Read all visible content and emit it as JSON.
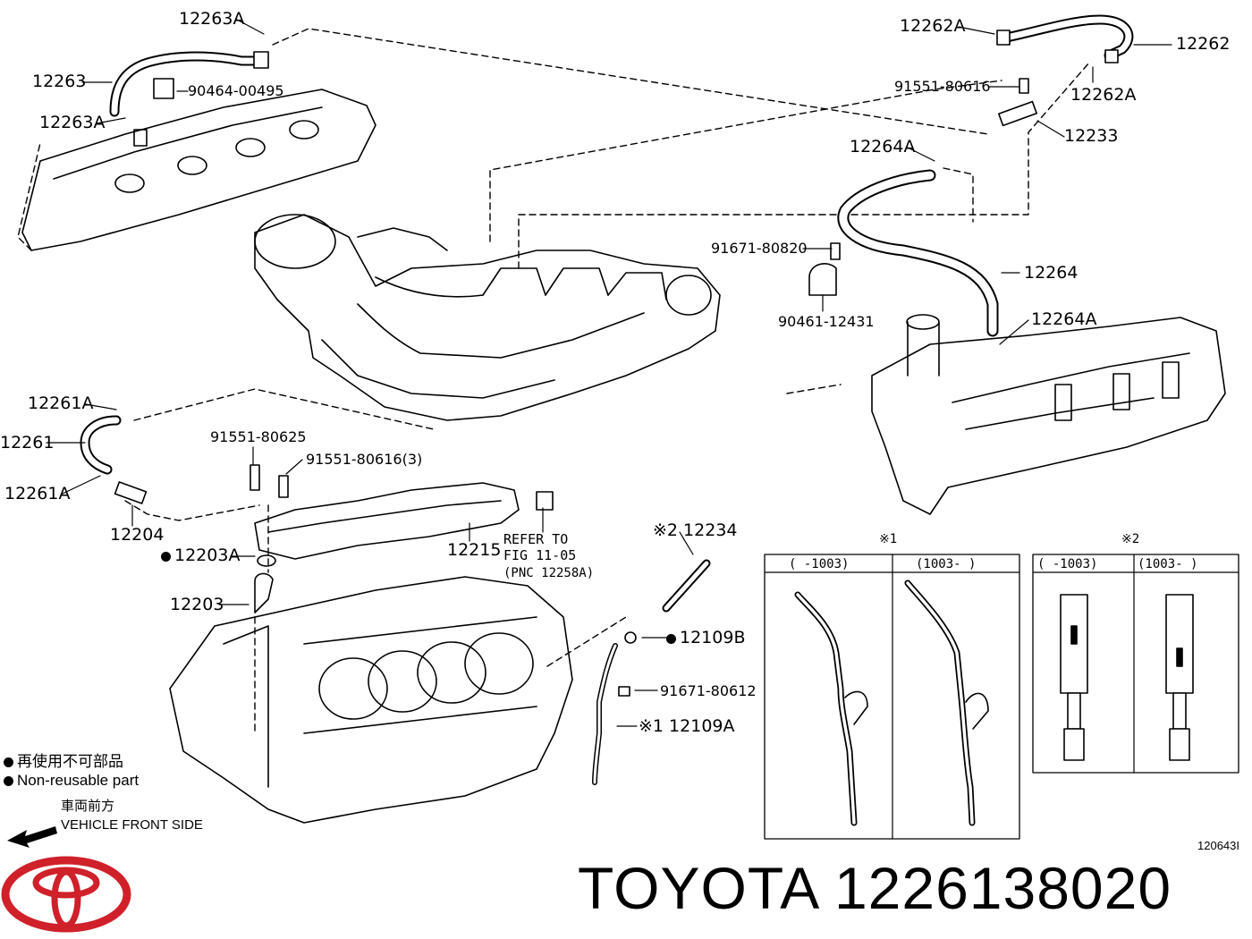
{
  "labels": {
    "p12263A_top": "12263A",
    "p12263": "12263",
    "p90464": "90464-00495",
    "p12263A_bot": "12263A",
    "p12262A_top": "12262A",
    "p12262": "12262",
    "p91551_80616": "91551-80616",
    "p12262A_right": "12262A",
    "p12233": "12233",
    "p12264A_top": "12264A",
    "p91671_80820": "91671-80820",
    "p12264": "12264",
    "p90461": "90461-12431",
    "p12264A_bot": "12264A",
    "p12261A_top": "12261A",
    "p12261": "12261",
    "p12261A_bot": "12261A",
    "p12204": "12204",
    "p91551_80625": "91551-80625",
    "p91551_80616_3": "91551-80616(3)",
    "p12215": "12215",
    "refer1": "REFER TO",
    "refer2": "FIG 11-05",
    "refer3": "(PNC 12258A)",
    "p12203A": "12203A",
    "p12203": "12203",
    "p12234": "※2 12234",
    "p12109B": "12109B",
    "p91671_80612": "91671-80612",
    "p12109A": "※1 12109A"
  },
  "variants": {
    "box1_title": "※1",
    "box1_col1": "(   -1003)",
    "box1_col2": "(1003-   )",
    "box2_title": "※2",
    "box2_col1": "(   -1003)",
    "box2_col2": "(1003-   )"
  },
  "legend": {
    "jp_nonreusable": "再使用不可部品",
    "nonreusable": "Non-reusable part",
    "jp_front": "車両前方",
    "front": "VEHICLE FRONT SIDE"
  },
  "figure_id": "120643I",
  "brand": {
    "name": "TOYOTA",
    "part_number": "1226138020",
    "logo_color": "#d0202a"
  }
}
